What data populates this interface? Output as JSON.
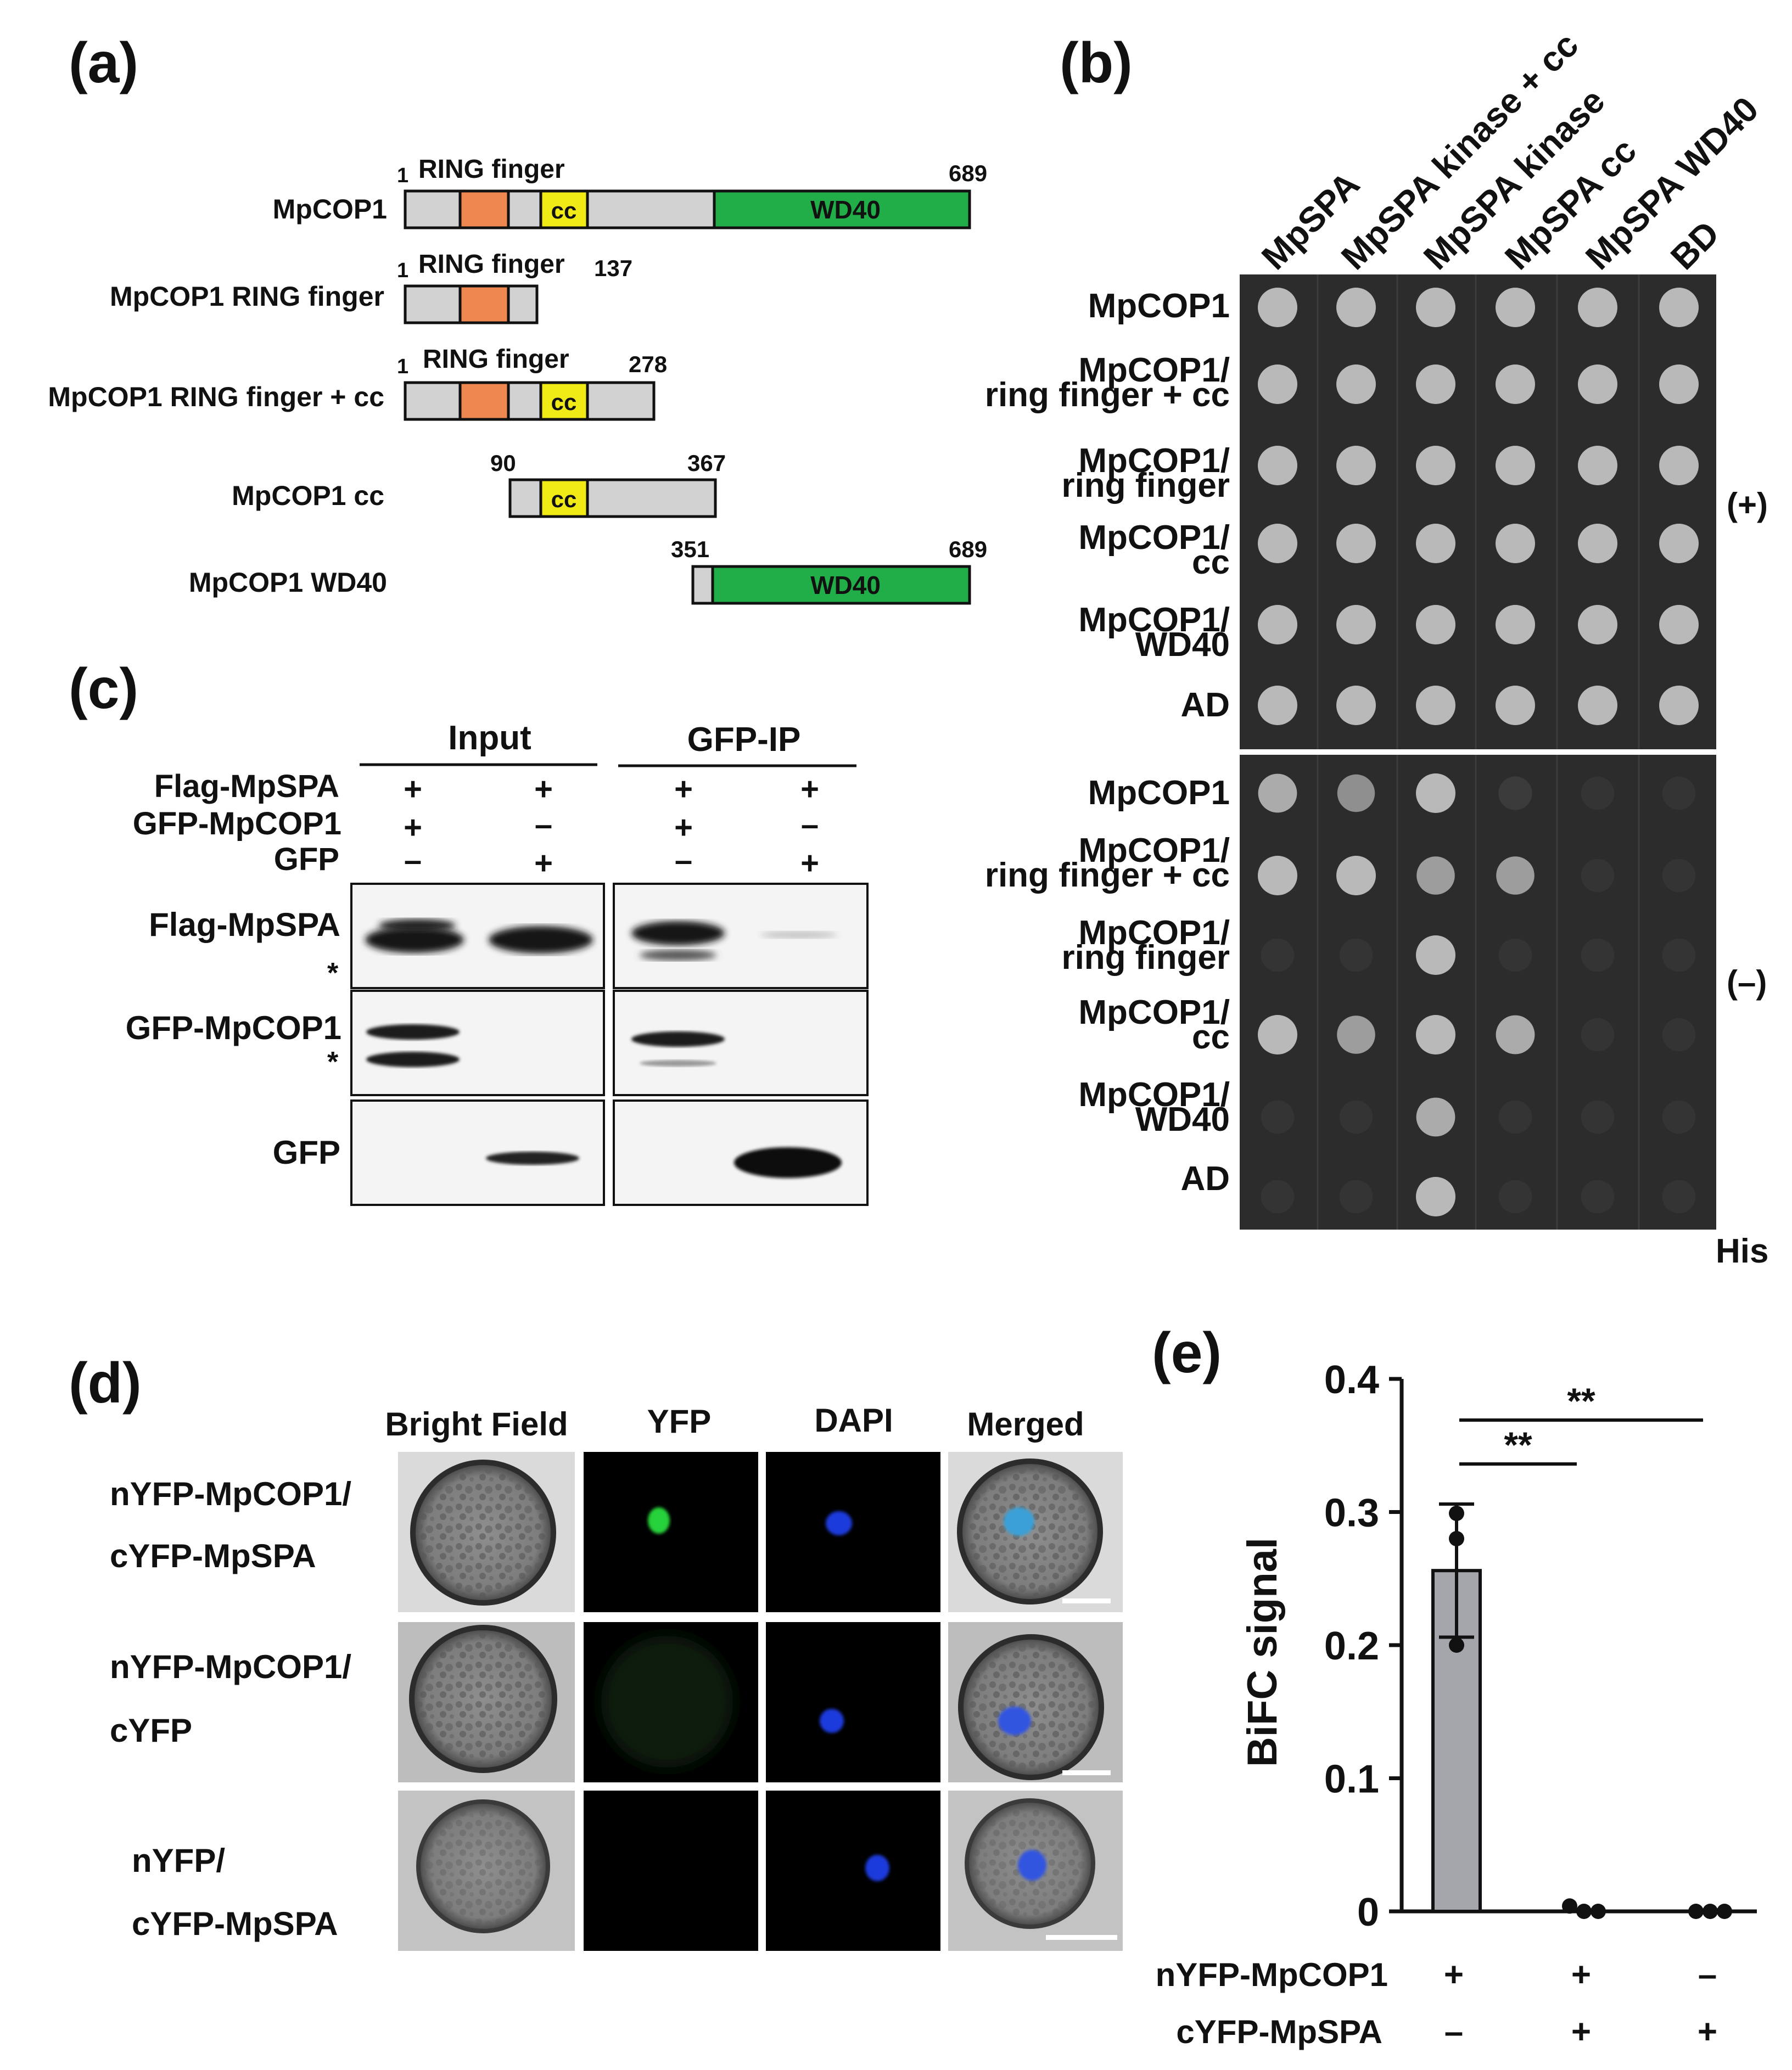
{
  "panel_labels": {
    "a": "(a)",
    "b": "(b)",
    "c": "(c)",
    "d": "(d)",
    "e": "(e)"
  },
  "colors": {
    "domain_gray": "#d2d2d2",
    "ring_orange": "#ee8750",
    "cc_yellow": "#f0ea17",
    "wd40_green": "#21ae48",
    "plate": "#2c2c2c",
    "bar_gray": "#a5a5ac",
    "nucleus_blue": "#1c3bdc",
    "yfp_green": "#28d23a"
  },
  "panel_a": {
    "constructs": [
      {
        "name": "MpCOP1",
        "start": "1",
        "end": "689",
        "top_label": "RING finger",
        "cc": "cc",
        "wd40": "WD40"
      },
      {
        "name": "MpCOP1 RING finger",
        "start": "1",
        "end": "137",
        "top_label": "RING finger"
      },
      {
        "name": "MpCOP1 RING finger + cc",
        "start": "1",
        "end": "278",
        "top_label": "RING finger",
        "cc": "cc"
      },
      {
        "name": "MpCOP1 cc",
        "start": "90",
        "end": "367",
        "cc": "cc"
      },
      {
        "name": "MpCOP1 WD40",
        "start": "351",
        "end": "689",
        "wd40": "WD40"
      }
    ]
  },
  "panel_b": {
    "columns": [
      "MpSPA",
      "MpSPA kinase + cc",
      "MpSPA kinase",
      "MpSPA cc",
      "MpSPA WD40",
      "BD"
    ],
    "rows": [
      {
        "l1": "MpCOP1",
        "l2": ""
      },
      {
        "l1": "MpCOP1/",
        "l2": "ring finger + cc"
      },
      {
        "l1": "MpCOP1/",
        "l2": "ring finger"
      },
      {
        "l1": "MpCOP1/",
        "l2": "cc"
      },
      {
        "l1": "MpCOP1/",
        "l2": "WD40"
      },
      {
        "l1": "AD",
        "l2": ""
      }
    ],
    "plus_label": "(+)",
    "minus_label": "(–)",
    "his_label": "His",
    "growth_plus": [
      [
        1,
        1,
        1,
        1,
        1,
        1
      ],
      [
        1,
        1,
        1,
        1,
        1,
        1
      ],
      [
        1,
        1,
        1,
        1,
        1,
        1
      ],
      [
        1,
        1,
        1,
        1,
        1,
        1
      ],
      [
        1,
        1,
        1,
        1,
        1,
        1
      ],
      [
        1,
        1,
        1,
        1,
        1,
        1
      ]
    ],
    "growth_minus": [
      [
        0.9,
        0.7,
        1,
        0.1,
        0.05,
        0.05
      ],
      [
        1,
        1,
        0.8,
        0.8,
        0.05,
        0.05
      ],
      [
        0.05,
        0.05,
        1,
        0.05,
        0.05,
        0.05
      ],
      [
        1,
        0.8,
        1,
        0.9,
        0.05,
        0.05
      ],
      [
        0.05,
        0.05,
        0.9,
        0.05,
        0.05,
        0.05
      ],
      [
        0.05,
        0.05,
        1,
        0.05,
        0.05,
        0.05
      ]
    ]
  },
  "panel_c": {
    "group_input": "Input",
    "group_ip": "GFP-IP",
    "conditions": [
      {
        "label": "Flag-MpSPA",
        "values": [
          "+",
          "+",
          "+",
          "+"
        ]
      },
      {
        "label": "GFP-MpCOP1",
        "values": [
          "+",
          "–",
          "+",
          "–"
        ]
      },
      {
        "label": "GFP",
        "values": [
          "–",
          "+",
          "–",
          "+"
        ]
      }
    ],
    "blots": [
      {
        "label": "Flag-MpSPA",
        "star": "*"
      },
      {
        "label": "GFP-MpCOP1",
        "star": "*"
      },
      {
        "label": "GFP",
        "star": ""
      }
    ]
  },
  "panel_d": {
    "columns": [
      "Bright Field",
      "YFP",
      "DAPI",
      "Merged"
    ],
    "rows": [
      {
        "l1": "nYFP-MpCOP1/",
        "l2": "cYFP-MpSPA"
      },
      {
        "l1": "nYFP-MpCOP1/",
        "l2": "cYFP"
      },
      {
        "l1": "nYFP/",
        "l2": "cYFP-MpSPA"
      }
    ]
  },
  "chart_data": {
    "type": "bar",
    "ylabel": "BiFC signal",
    "ylim": [
      0,
      0.4
    ],
    "yticks": [
      "0",
      "0.1",
      "0.2",
      "0.3",
      "0.4"
    ],
    "categories": [
      "nYFP-MpCOP1 + / cYFP-MpSPA –",
      "nYFP-MpCOP1 + / cYFP-MpSPA +",
      "nYFP-MpCOP1 – / cYFP-MpSPA +"
    ],
    "values": [
      0.256,
      0.0,
      0.0
    ],
    "error": [
      0.05,
      0,
      0
    ],
    "points": [
      [
        0.299,
        0.28,
        0.2
      ],
      [
        0.004,
        0.0,
        0.0
      ],
      [
        0.0,
        0.0,
        0.0
      ]
    ],
    "significance": [
      {
        "label": "**",
        "from": 0,
        "to": 1
      },
      {
        "label": "**",
        "from": 0,
        "to": 2
      }
    ],
    "row_labels": [
      "nYFP-MpCOP1",
      "cYFP-MpSPA"
    ],
    "row_marks": [
      [
        "+",
        "+",
        "–"
      ],
      [
        "–",
        "+",
        "+"
      ]
    ]
  }
}
